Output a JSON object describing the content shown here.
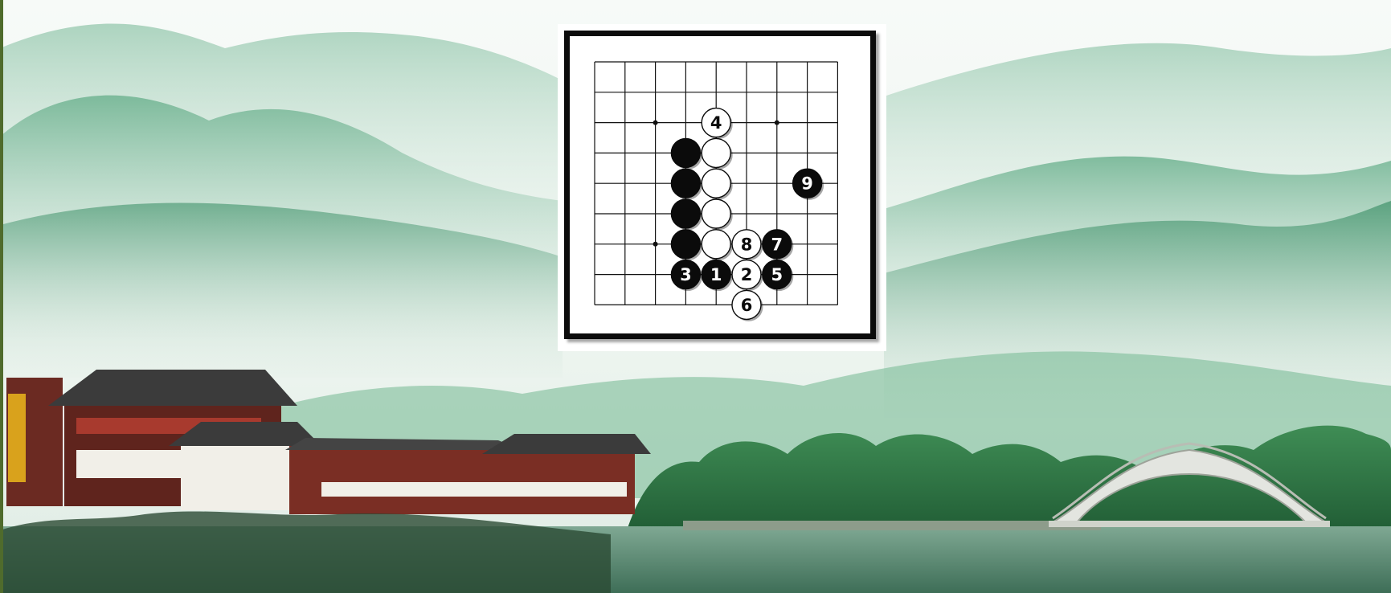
{
  "window": {
    "title": ""
  },
  "colors": {
    "sky": "#f4f8f5",
    "mountain_far": "#b9d8c9",
    "mountain_mid": "#86bfa3",
    "mountain_near": "#5fa783",
    "trees": "#2f7a45",
    "water": "#5d8a74",
    "building_wood": "#6b2a22",
    "building_wall": "#f1efe8",
    "roof": "#3b3b3b",
    "bridge": "#e2e4df",
    "board_bg": "#ffffff",
    "board_frame": "#0c0c0c",
    "grid_line": "#111111",
    "stone_black": "#0b0b0b",
    "stone_white": "#ffffff"
  },
  "board": {
    "grid_columns": 9,
    "grid_rows": 9,
    "hoshi": [
      {
        "col": 2,
        "row": 2
      },
      {
        "col": 6,
        "row": 2
      },
      {
        "col": 2,
        "row": 6
      }
    ],
    "stones": [
      {
        "color": "black",
        "col": 3,
        "row": 3,
        "label": ""
      },
      {
        "color": "black",
        "col": 3,
        "row": 4,
        "label": ""
      },
      {
        "color": "black",
        "col": 3,
        "row": 5,
        "label": ""
      },
      {
        "color": "black",
        "col": 3,
        "row": 6,
        "label": ""
      },
      {
        "color": "white",
        "col": 4,
        "row": 3,
        "label": ""
      },
      {
        "color": "white",
        "col": 4,
        "row": 4,
        "label": ""
      },
      {
        "color": "white",
        "col": 4,
        "row": 5,
        "label": ""
      },
      {
        "color": "white",
        "col": 4,
        "row": 6,
        "label": ""
      },
      {
        "color": "black",
        "col": 4,
        "row": 7,
        "label": "1"
      },
      {
        "color": "white",
        "col": 5,
        "row": 7,
        "label": "2"
      },
      {
        "color": "black",
        "col": 3,
        "row": 7,
        "label": "3"
      },
      {
        "color": "white",
        "col": 4,
        "row": 2,
        "label": "4"
      },
      {
        "color": "black",
        "col": 6,
        "row": 7,
        "label": "5"
      },
      {
        "color": "white",
        "col": 5,
        "row": 8,
        "label": "6"
      },
      {
        "color": "black",
        "col": 6,
        "row": 6,
        "label": "7"
      },
      {
        "color": "white",
        "col": 5,
        "row": 6,
        "label": "8"
      },
      {
        "color": "black",
        "col": 7,
        "row": 4,
        "label": "9"
      }
    ]
  }
}
